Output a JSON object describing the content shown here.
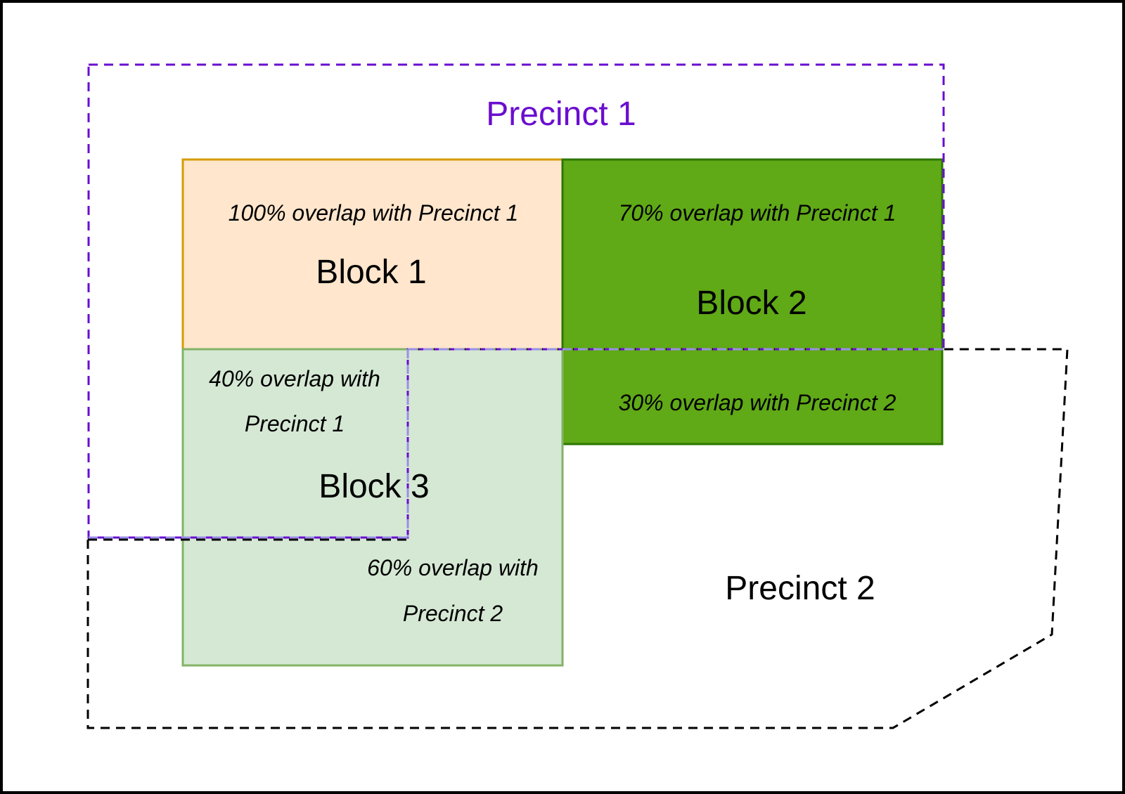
{
  "precincts": [
    {
      "id": "precinct-1",
      "label": "Precinct 1",
      "color": "#6a0dd0"
    },
    {
      "id": "precinct-2",
      "label": "Precinct 2",
      "color": "#000000"
    }
  ],
  "blocks": [
    {
      "id": "block-1",
      "label": "Block 1",
      "fill": "#ffe6cc",
      "stroke": "#d79b00",
      "notes": [
        {
          "text": "100% overlap with Precinct 1"
        }
      ]
    },
    {
      "id": "block-2",
      "label": "Block 2",
      "fill": "#60a917",
      "stroke": "#2d7600",
      "notes": [
        {
          "text": "70% overlap with Precinct 1"
        },
        {
          "text": "30% overlap with Precinct 2"
        }
      ]
    },
    {
      "id": "block-3",
      "label": "Block 3",
      "fill": "#d5e8d4",
      "stroke": "#82b366",
      "notes": [
        {
          "text": "40% overlap with",
          "line2": "Precinct 1"
        },
        {
          "text": "60% overlap with",
          "line2": "Precinct 2"
        }
      ]
    }
  ]
}
